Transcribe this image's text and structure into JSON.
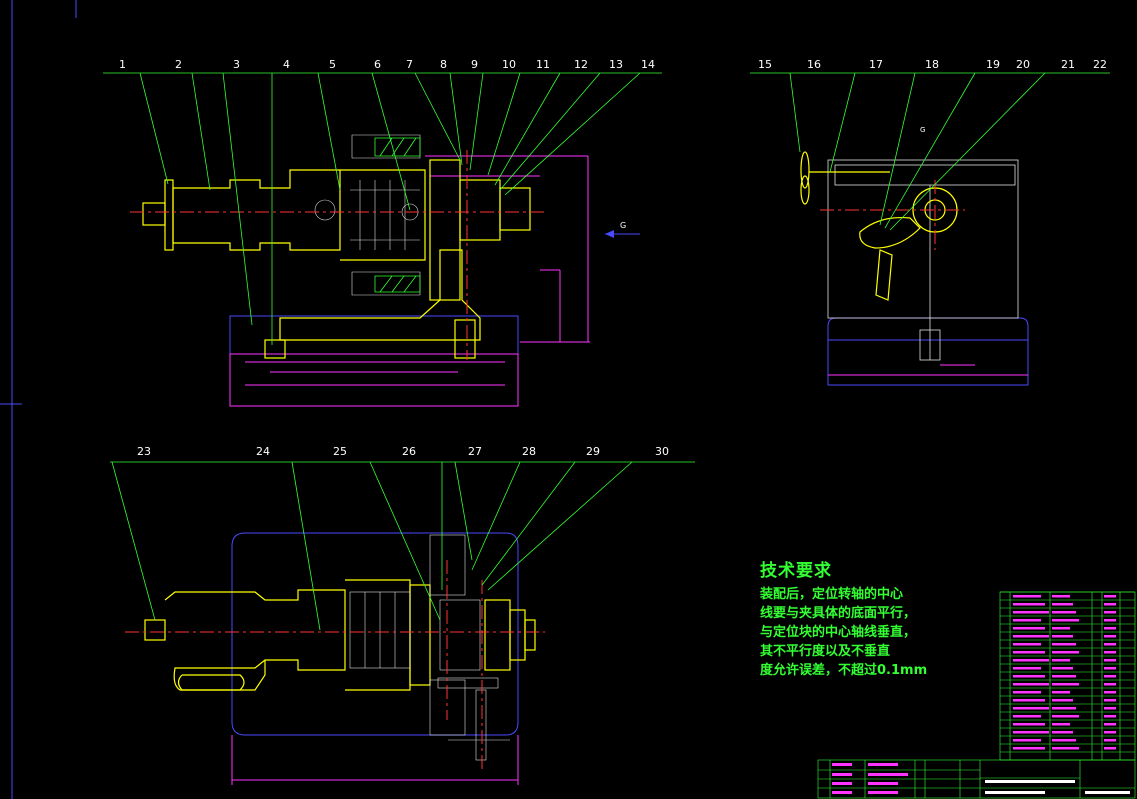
{
  "part_numbers_top_left": [
    "1",
    "2",
    "3",
    "4",
    "5",
    "6",
    "7",
    "8",
    "9",
    "10",
    "11",
    "12",
    "13",
    "14"
  ],
  "part_numbers_top_right": [
    "15",
    "16",
    "17",
    "18",
    "19",
    "20",
    "21",
    "22"
  ],
  "part_numbers_bottom": [
    "23",
    "24",
    "25",
    "26",
    "27",
    "28",
    "29",
    "30"
  ],
  "view_labels": {
    "side_view_arrow": "G",
    "view_mark": "G"
  },
  "technical_requirements": {
    "title": "技术要求",
    "lines": [
      "装配后，定位转轴的中心",
      "线要与夹具体的底面平行，",
      "与定位块的中心轴线垂直，",
      "其不平行度以及不垂直",
      "度允许误差，不超过0.1mm"
    ]
  },
  "colors": {
    "background": "#000000",
    "outline_yellow": "#ffff00",
    "leader_green": "#33ff33",
    "dimension_magenta": "#ff33ff",
    "centerline_red": "#ff3333",
    "frame_blue": "#4a4aff",
    "hatch_white": "#e0e0e0",
    "text_white": "#ffffff"
  }
}
